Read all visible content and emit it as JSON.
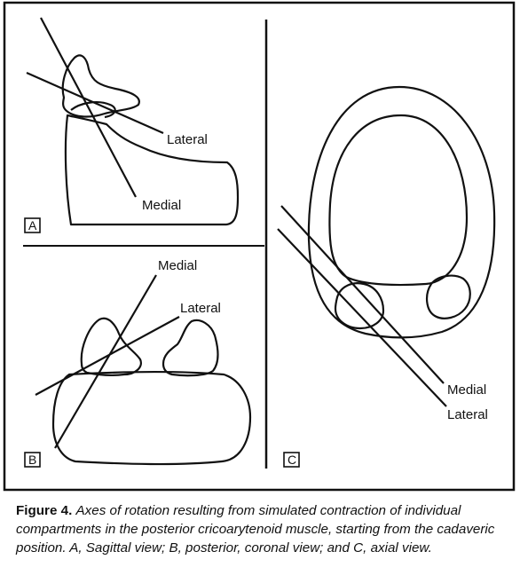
{
  "figure": {
    "panels": [
      {
        "id": "A",
        "letter": "A",
        "axis_labels": {
          "lateral": "Lateral",
          "medial": "Medial"
        }
      },
      {
        "id": "B",
        "letter": "B",
        "axis_labels": {
          "lateral": "Lateral",
          "medial": "Medial"
        }
      },
      {
        "id": "C",
        "letter": "C",
        "axis_labels": {
          "lateral": "Lateral",
          "medial": "Medial"
        }
      }
    ]
  },
  "caption": {
    "label": "Figure 4.",
    "text": "Axes of rotation resulting from simulated contraction of individual compartments in the posterior cricoarytenoid muscle, starting from the cadaveric position. A, Sagittal view; B, posterior, coronal view; and C, axial view."
  }
}
